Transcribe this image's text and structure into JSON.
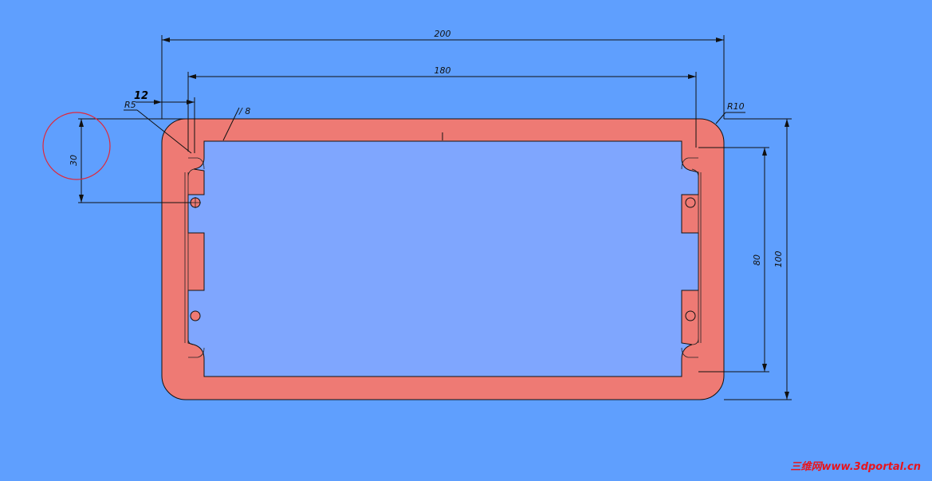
{
  "drawing": {
    "dimensions": {
      "overall_width": "200",
      "inner_width": "180",
      "offset": "12",
      "fillet_small": "R5",
      "wall": "/ 8",
      "corner_radius": "R10",
      "left_height": "30",
      "slot_height": "80",
      "overall_height": "100"
    },
    "colors": {
      "background": "#5f9ffe",
      "frame": "#ee7a74",
      "panel": "#7fa6fe",
      "highlight_circle": "#e0283a",
      "watermark": "#e8141c"
    },
    "watermark": "三维网www.3dportal.cn"
  }
}
